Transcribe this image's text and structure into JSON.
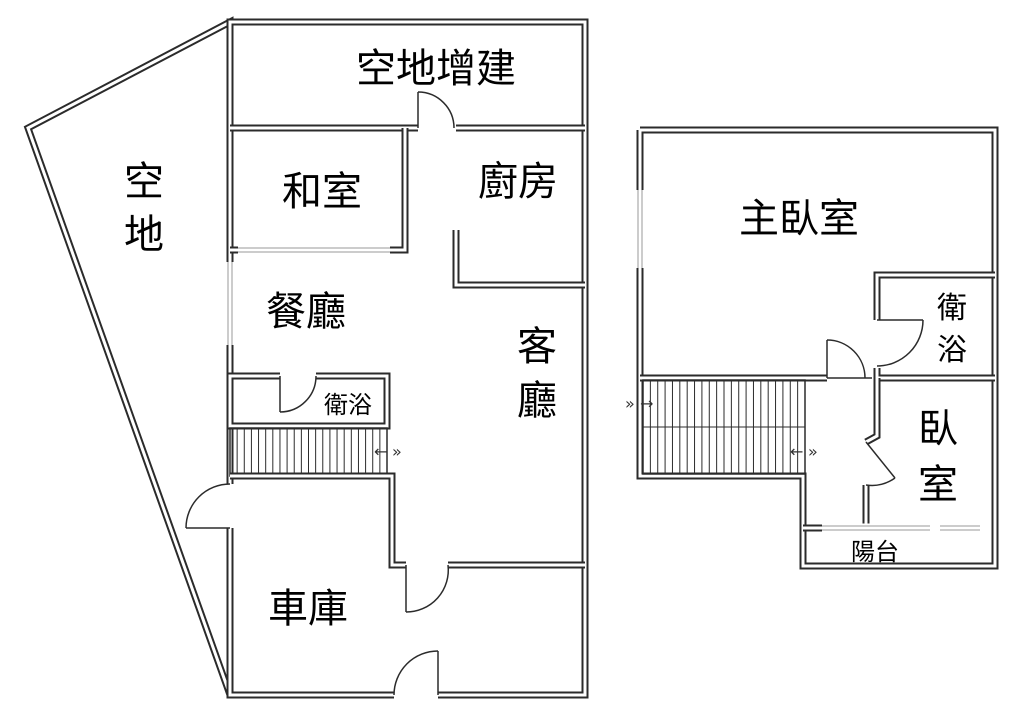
{
  "floor1": {
    "rooms": {
      "yard_extension": "空地增建",
      "yard": "空地",
      "tatami_room": "和室",
      "kitchen": "廚房",
      "dining_room": "餐廳",
      "living_room": "客廳",
      "bathroom": "衛浴",
      "garage": "車庫"
    }
  },
  "floor2": {
    "rooms": {
      "master_bedroom": "主臥室",
      "bathroom": "衛浴",
      "bedroom": "臥室",
      "balcony": "陽台"
    }
  }
}
